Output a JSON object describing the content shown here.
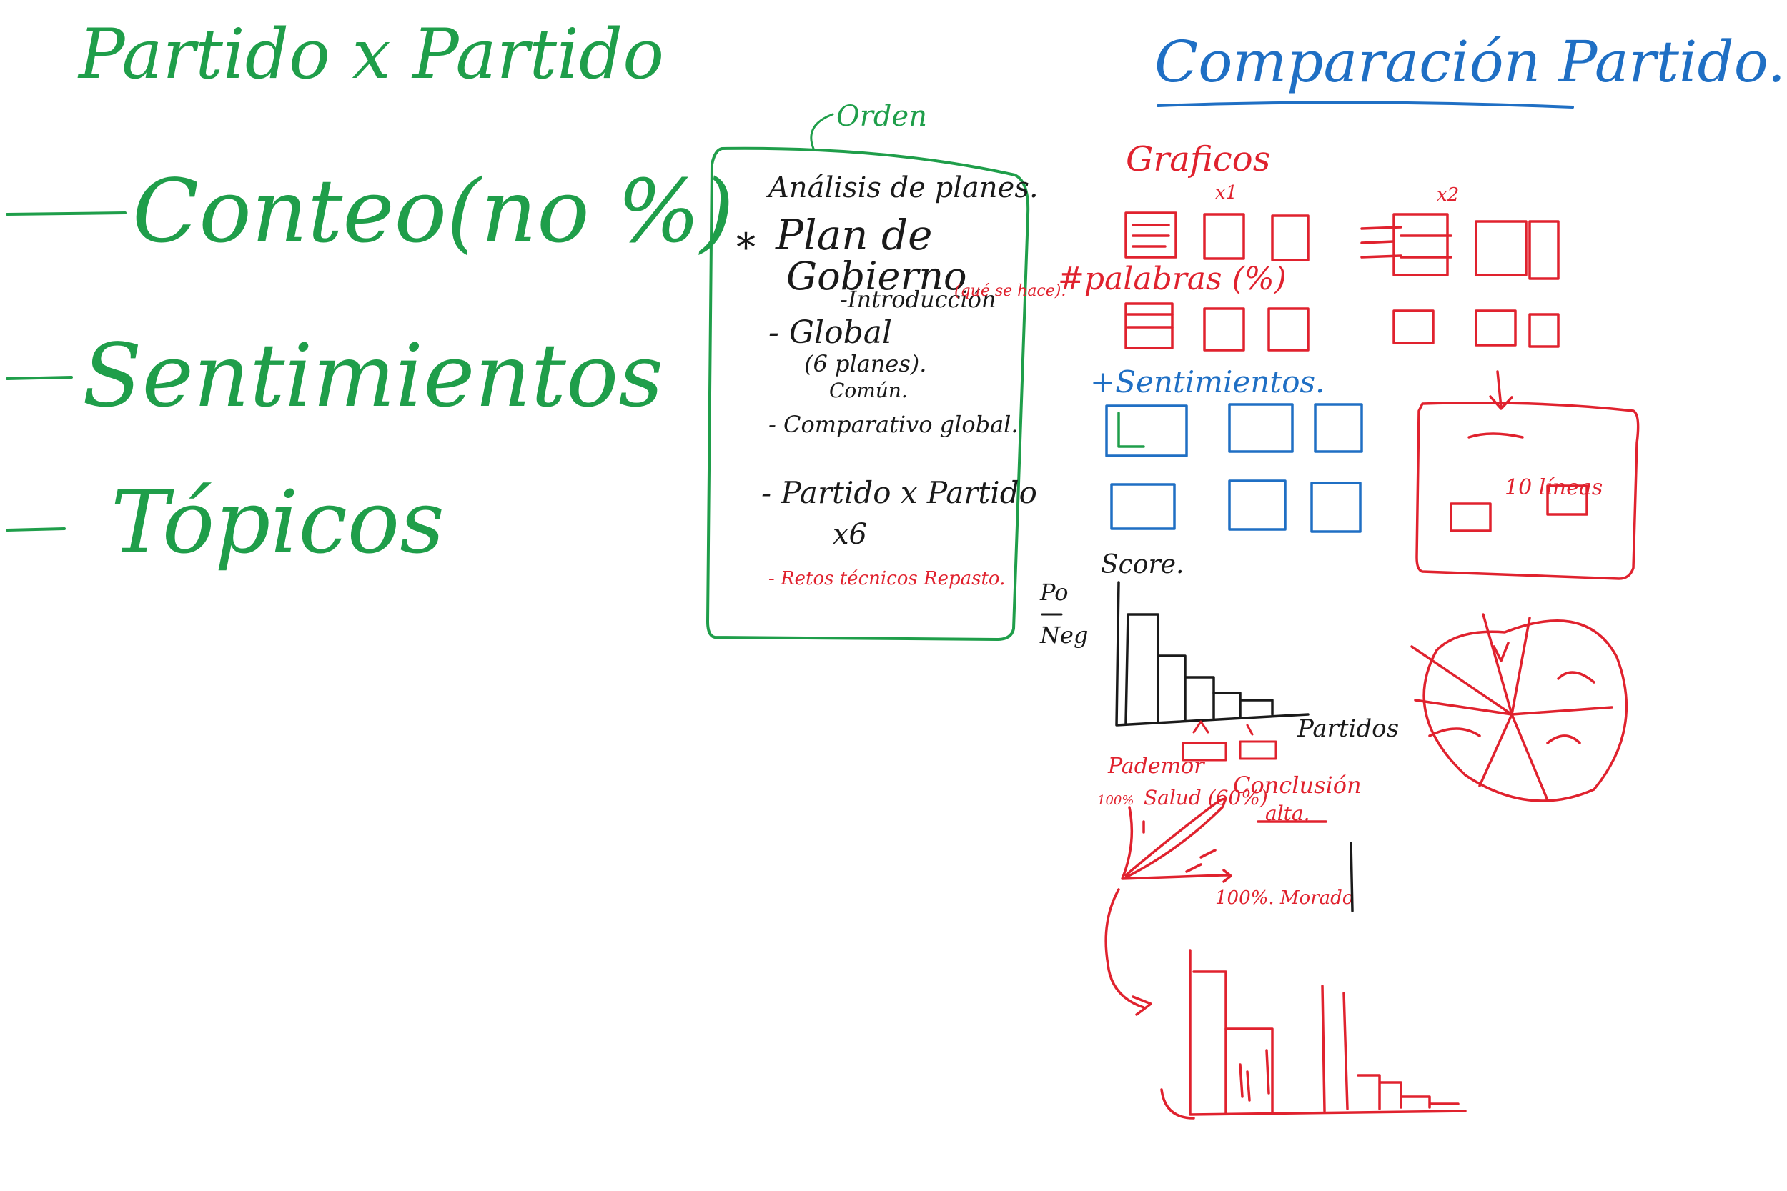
{
  "colors": {
    "green": "#1f9e4a",
    "blue": "#1f6fc4",
    "red": "#e0222e",
    "black": "#1a1a1a"
  },
  "left_panel": {
    "title": "Partido x Partido",
    "items": [
      "Conteo(no %)",
      "Sentimientos",
      "Tópicos"
    ]
  },
  "orden_box": {
    "label": "Orden",
    "lines": {
      "analisis": "Análisis de planes.",
      "plan": "Plan de",
      "gobierno": "Gobierno",
      "intro": "-Introducción",
      "que_se_hace": "(qué se hace).",
      "global": "Global",
      "6planes": "(6 planes).",
      "comun": "Común.",
      "comparativo": "Comparativo global.",
      "pxp": "Partido x Partido",
      "x6": "x6",
      "retos": "Retos técnicos Repasto."
    }
  },
  "comparacion": {
    "title": "Comparación Partido.",
    "graficos_label": "Graficos",
    "x1": "x1",
    "x2": "x2",
    "palabras_label": "#palabras (%)",
    "sentimientos_label": "+Sentimientos.",
    "diez_lineas": "10 líneas",
    "score_label": "Score.",
    "po": "Po",
    "neg": "Neg",
    "partidos": "Partidos",
    "pademor": "Pademor",
    "salud": "Salud (60%)",
    "cien": "100%",
    "cien_morado": "100%. Morado",
    "conclusion": "Conclusión",
    "alta": "alta."
  }
}
